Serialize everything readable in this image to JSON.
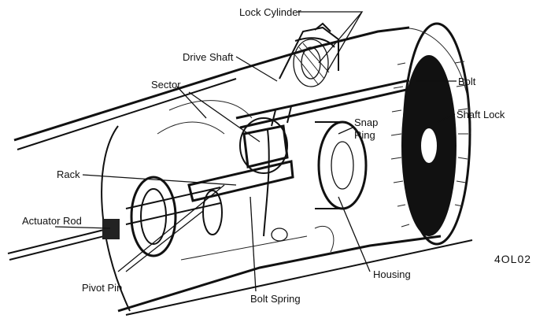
{
  "figure_code": "4OL02",
  "labels": {
    "lock_cylinder": "Lock Cylinder",
    "drive_shaft": "Drive Shaft",
    "sector": "Sector",
    "bolt": "Bolt",
    "shaft_lock": "Shaft Lock",
    "snap_ring_line1": "Snap",
    "snap_ring_line2": "Ring",
    "rack": "Rack",
    "actuator_rod": "Actuator Rod",
    "pivot_pin": "Pivot Pin",
    "bolt_spring": "Bolt Spring",
    "housing": "Housing"
  }
}
